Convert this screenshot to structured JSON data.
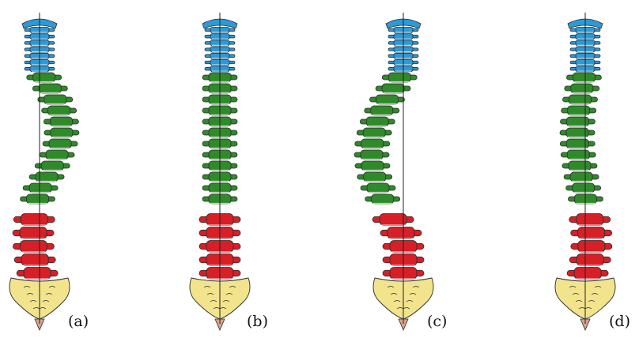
{
  "figure": {
    "panels": [
      {
        "id": "a",
        "label": "(a)",
        "curve": "right-thoracic-lumbar"
      },
      {
        "id": "b",
        "label": "(b)",
        "curve": "straight"
      },
      {
        "id": "c",
        "label": "(c)",
        "curve": "left-thoracic"
      },
      {
        "id": "d",
        "label": "(d)",
        "curve": "lumbar-left"
      }
    ],
    "regions": {
      "cervical": {
        "color": "#2c9ad8",
        "count": 7
      },
      "thoracic": {
        "color": "#2f8a2a",
        "count": 12
      },
      "lumbar": {
        "color": "#d61f27",
        "count": 5
      },
      "sacrum": {
        "color": "#f2e48c"
      },
      "coccyx": {
        "color": "#d9a38c"
      }
    },
    "midline_color": "#222222",
    "outline_color": "#2b2b2b"
  }
}
